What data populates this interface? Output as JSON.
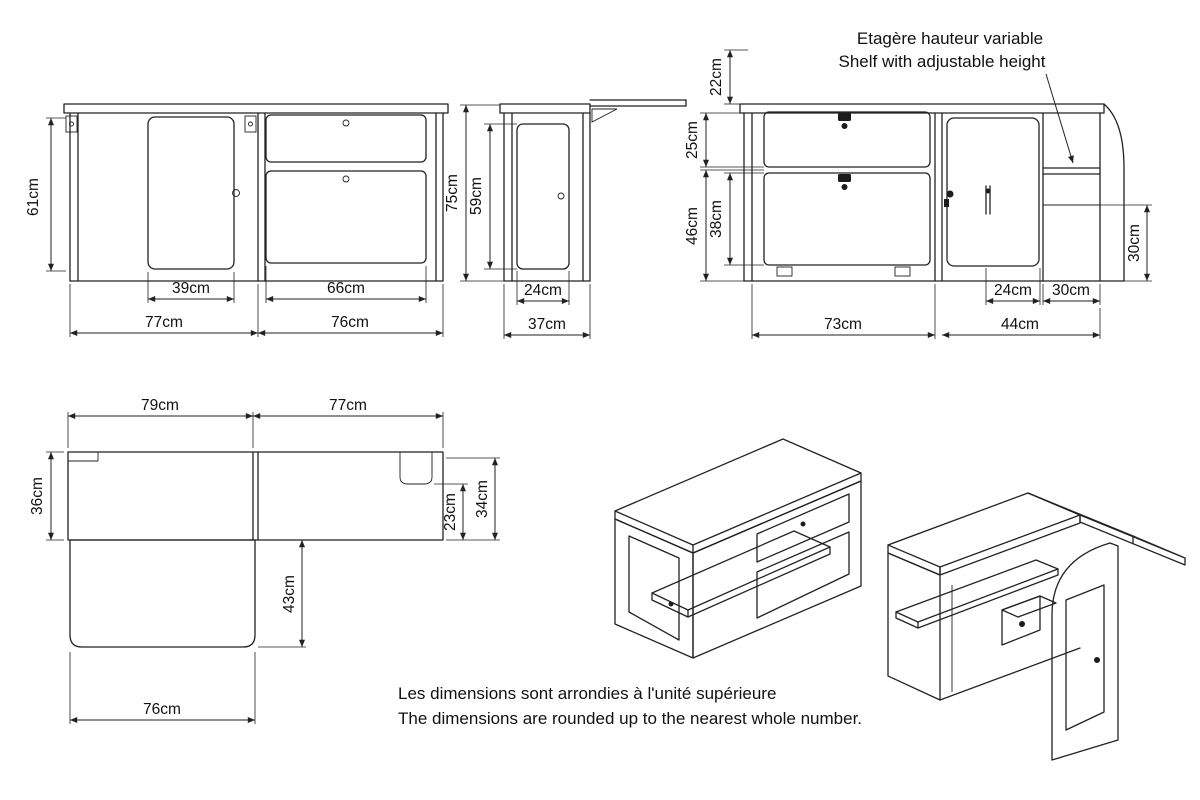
{
  "annotations": {
    "shelf_fr": "Etagère hauteur variable",
    "shelf_en": "Shelf with adjustable height",
    "note_fr": "Les dimensions sont arrondies à l'unité supérieure",
    "note_en": "The dimensions are rounded up to the nearest whole number."
  },
  "views": {
    "front": {
      "dims": {
        "height": "61cm",
        "door_width": "39cm",
        "drawers_width": "66cm",
        "left_width": "77cm",
        "right_width": "76cm"
      }
    },
    "side": {
      "dims": {
        "total_height": "75cm",
        "door_height": "59cm",
        "door_depth": "24cm",
        "total_depth": "37cm"
      }
    },
    "back": {
      "dims": {
        "top_offset": "22cm",
        "upper_drawer": "25cm",
        "lower_section": "46cm",
        "lower_drawer": "38cm",
        "shelf_height": "30cm",
        "shelf_depth": "24cm",
        "side_shelf_width": "30cm",
        "drawers_width": "73cm",
        "door_section_width": "44cm"
      }
    },
    "plan": {
      "dims": {
        "left_width": "79cm",
        "right_width": "77cm",
        "left_depth": "36cm",
        "notch_depth": "23cm",
        "right_depth": "34cm",
        "table_depth": "43cm",
        "table_width": "76cm"
      }
    }
  }
}
